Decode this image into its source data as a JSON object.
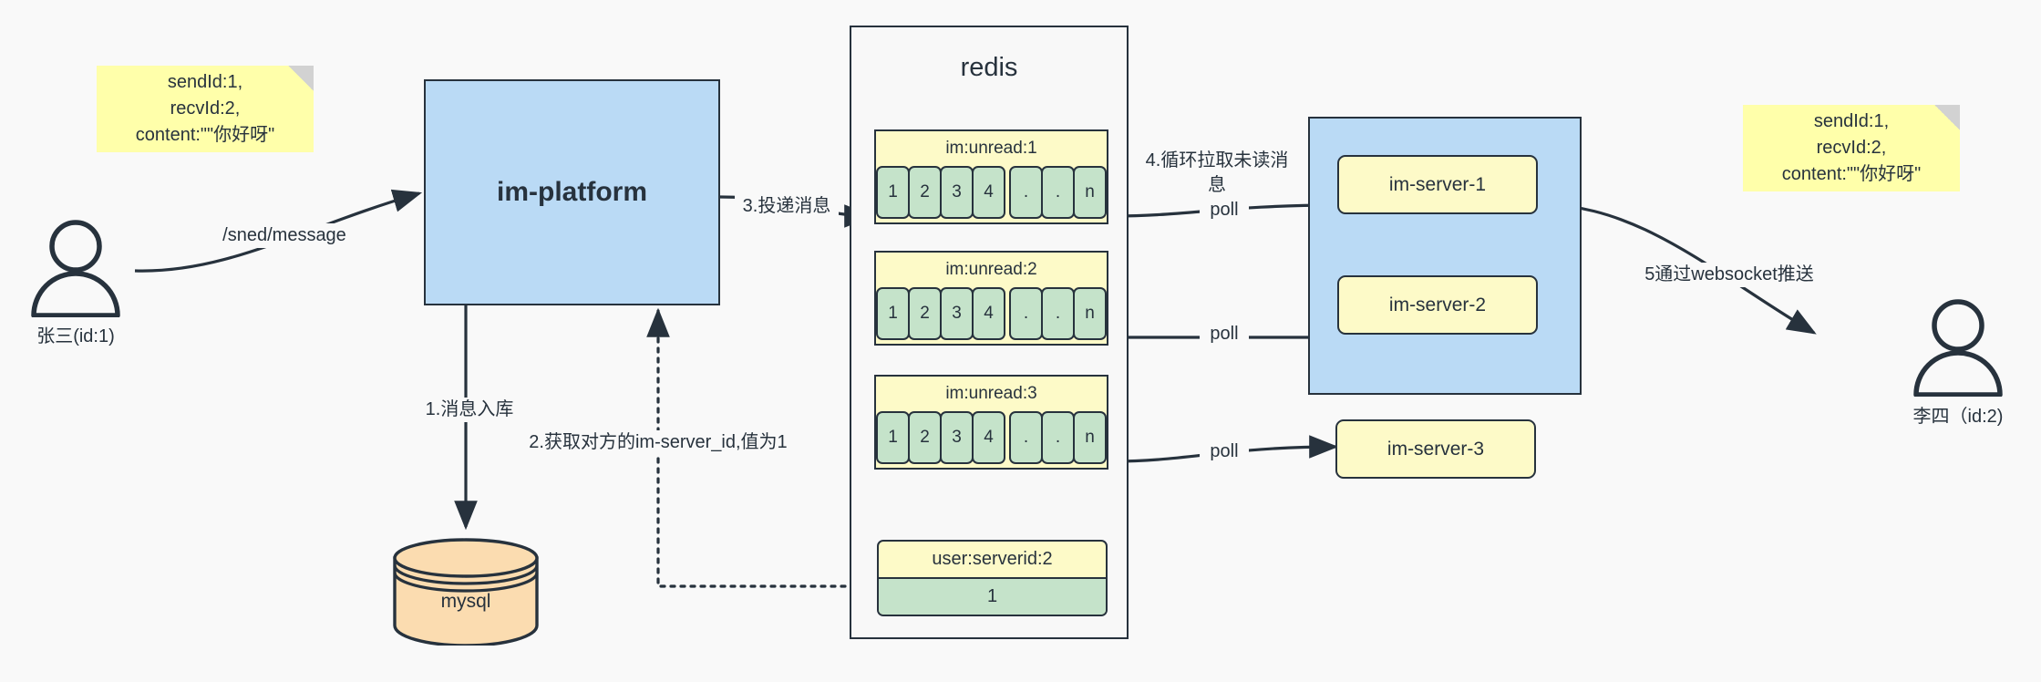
{
  "diagram": {
    "title": "IM message delivery architecture",
    "colors": {
      "background": "#f9f9f9",
      "note_yellow": "#ffffaa",
      "box_blue": "#badaf5",
      "box_yellow": "#fdfac8",
      "cell_green": "#c5e3ca",
      "db_orange": "#fbdcb0",
      "stroke": "#27323d"
    }
  },
  "notes": {
    "left": "sendId:1,\nrecvId:2,\ncontent:\"\"你好呀\"",
    "right": "sendId:1,\nrecvId:2,\ncontent:\"\"你好呀\""
  },
  "actors": {
    "sender": {
      "label": "张三(id:1)",
      "icon": "user-icon"
    },
    "receiver": {
      "label": "李四（id:2)",
      "icon": "user-icon"
    }
  },
  "nodes": {
    "platform": {
      "label": "im-platform"
    },
    "database": {
      "label": "mysql",
      "icon": "database-cylinder-icon"
    },
    "redis": {
      "label": "redis"
    },
    "server_group": {
      "servers": [
        "im-server-1",
        "im-server-2",
        "im-server-3"
      ]
    }
  },
  "redis_keys": [
    {
      "key": "im:unread:1",
      "cells": [
        "1",
        "2",
        "3",
        "4",
        ".",
        ".",
        "n"
      ]
    },
    {
      "key": "im:unread:2",
      "cells": [
        "1",
        "2",
        "3",
        "4",
        ".",
        ".",
        "n"
      ]
    },
    {
      "key": "im:unread:3",
      "cells": [
        "1",
        "2",
        "3",
        "4",
        ".",
        ".",
        "n"
      ]
    }
  ],
  "redis_kv": {
    "key": "user:serverid:2",
    "value": "1"
  },
  "edges": {
    "send_message": "/sned/message",
    "step1": "1.消息入库",
    "step2": "2.获取对方的im-server_id,值为1",
    "step3": "3.投递消息",
    "step4": "4.循环拉取未读消\n息",
    "poll1": "poll",
    "poll2": "poll",
    "poll3": "poll",
    "step5": "5通过websocket推送"
  }
}
